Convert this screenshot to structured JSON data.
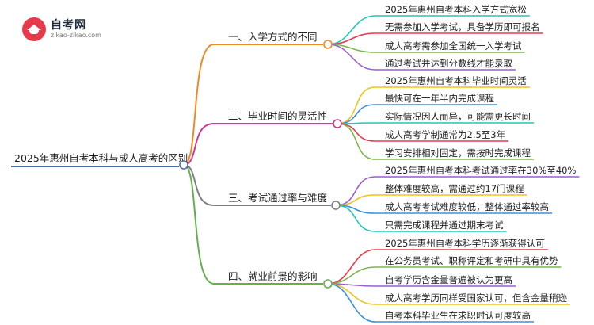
{
  "logo": {
    "name": "自考网",
    "url": "zikao-zikao.com"
  },
  "root": {
    "text": "2025年惠州自考本科与成人高考的区别"
  },
  "colors": {
    "root_line": "#4a6fa5",
    "branches": [
      "#f08a24",
      "#d23a8c",
      "#7f7f7f",
      "#64b04a"
    ],
    "leaves": [
      "#1ec8b8",
      "#e83a4a",
      "#79b84a",
      "#9c5cd6",
      "#f0c21a",
      "#3a90e0"
    ]
  },
  "branches": [
    {
      "text": "一、入学方式的不同",
      "children": [
        "2025年惠州自考本科入学方式宽松",
        "无需参加入学考试，具备学历即可报名",
        "成人高考需参加全国统一入学考试",
        "通过考试并达到分数线才能录取"
      ]
    },
    {
      "text": "二、毕业时间的灵活性",
      "children": [
        "2025年惠州自考本科毕业时间灵活",
        "最快可在一年半内完成课程",
        "实际情况因人而异，可能需更长时间",
        "成人高考学制通常为2.5至3年",
        "学习安排相对固定，需按时完成课程"
      ]
    },
    {
      "text": "三、考试通过率与难度",
      "children": [
        "2025年惠州自考本科考试通过率在30%至40%",
        "整体难度较高，需通过约17门课程",
        "成人高考考试难度较低，整体通过率较高",
        "只需完成课程并通过期末考试"
      ]
    },
    {
      "text": "四、就业前景的影响",
      "children": [
        "2025年惠州自考本科学历逐渐获得认可",
        "在公务员考试、职称评定和考研中具有优势",
        "自考学历含金量普遍被认为更高",
        "成人高考学历同样受国家认可，但含金量稍逊",
        "自考本科毕业生在求职时认可度较高"
      ]
    }
  ]
}
